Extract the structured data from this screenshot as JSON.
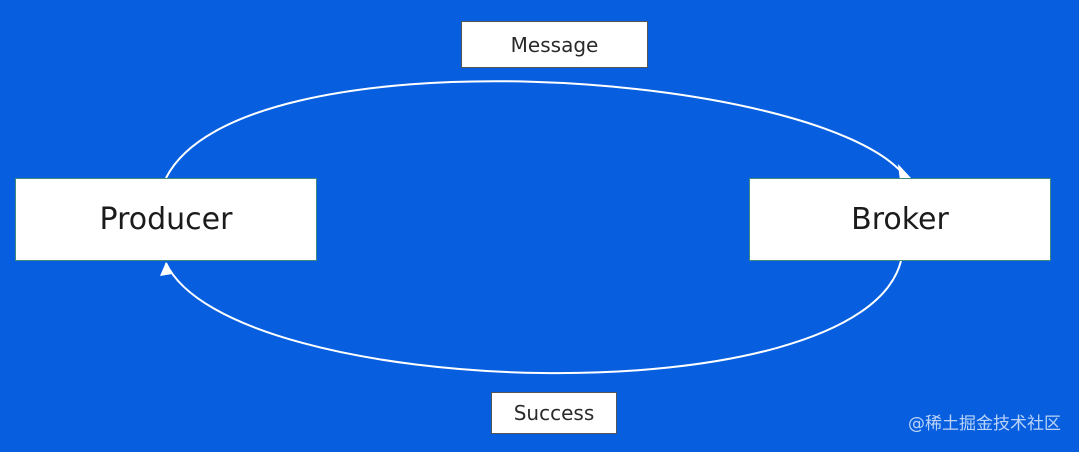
{
  "colors": {
    "background": "#075fe0",
    "arrow": "#ffffff",
    "box": "#ffffff",
    "box_border": "#3f8a7d"
  },
  "nodes": {
    "producer": "Producer",
    "broker": "Broker"
  },
  "edges": {
    "message": "Message",
    "success": "Success"
  },
  "watermark": "@稀土掘金技术社区"
}
